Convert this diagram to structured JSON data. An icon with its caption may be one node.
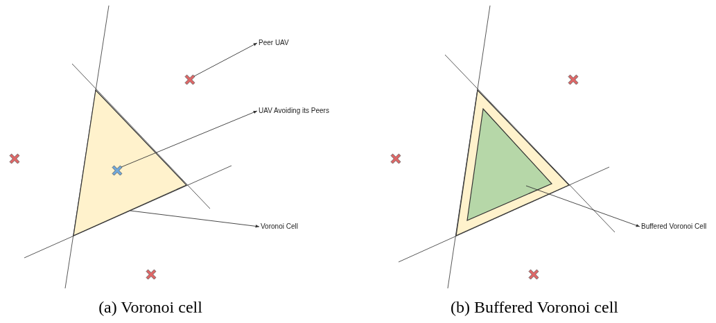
{
  "diagram": {
    "nodes": [
      {
        "text": [
          "Peer UAV"
        ]
      },
      {
        "text": [
          "UAV Avoiding its Peers"
        ]
      },
      {
        "text": [
          "Voronoi Cell"
        ]
      },
      {
        "text": [
          "Buffered Voronoi Cell"
        ]
      },
      {
        "text": [],
        "shape": "cross"
      },
      {
        "text": [],
        "shape": "cross",
        "in": 6
      },
      {
        "text": [],
        "shape": "triangle"
      },
      {
        "text": [],
        "shape": "triangle"
      }
    ],
    "edges": [
      {
        "from": 4,
        "to": 0,
        "arrow": "to"
      },
      {
        "from": 5,
        "to": 1,
        "arrow": "to"
      },
      {
        "from": 6,
        "to": 2,
        "arrow": "to"
      },
      {
        "from": 7,
        "to": 3,
        "arrow": "to"
      }
    ],
    "labels": [
      "(a) Voronoi cell",
      "(b) Buffered Voronoi cell"
    ]
  }
}
